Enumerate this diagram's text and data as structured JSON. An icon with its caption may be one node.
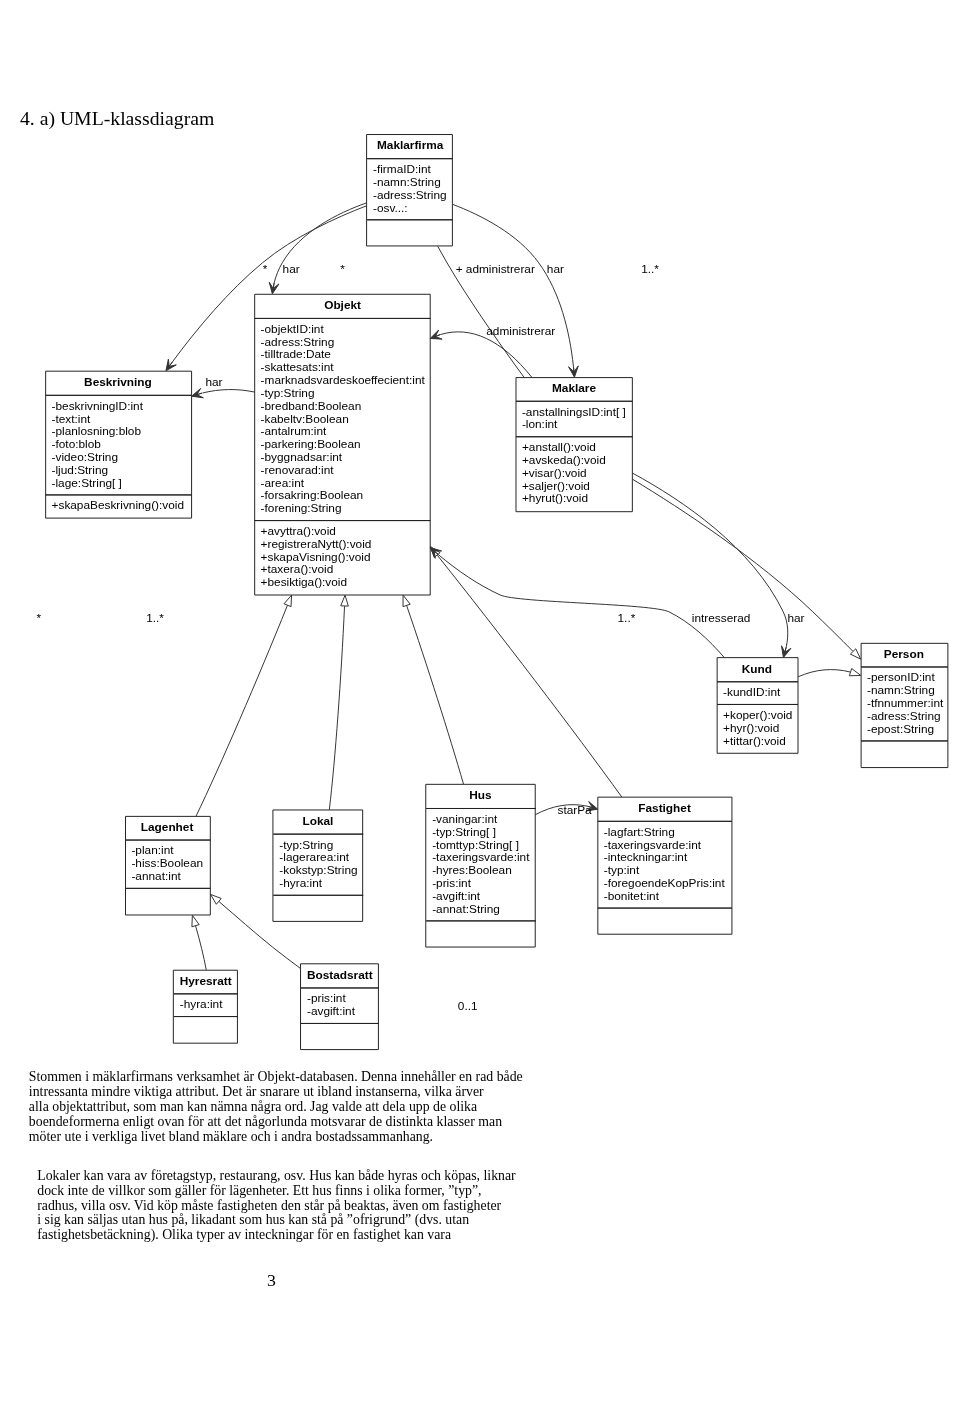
{
  "diagram": {
    "title": "4. a) UML-klassdiagram",
    "nodes": [
      {
        "text": [
          "Maklarfirma",
          "-firmaID:int -namn:String -adress:String -osv...:"
        ]
      },
      {
        "text": [
          "Beskrivning",
          "-beskrivningID:int -text:int -planlosning:blob -foto:blob -video:String -ljud:String -lage:String[ ]",
          "+skapaBeskrivning():void"
        ]
      },
      {
        "text": [
          "Objekt",
          "-objektID:int -adress:String -tilltrade:Date -skattesats:int -marknadsvardeskoeffecient:int -typ:String -bredband:Boolean -kabeltv:Boolean -antalrum:int -parkering:Boolean -byggnadsar:int -renovarad:int -area:int -forsakring:Boolean -forening:String",
          "+avyttra():void +registreraNytt():void +skapaVisning():void +taxera():void +besiktiga():void"
        ]
      },
      {
        "text": [
          "Maklare",
          "-anstallningsID:int[ ] -lon:int",
          "+anstall():void +avskeda():void +visar():void +saljer():void +hyrut():void"
        ]
      },
      {
        "text": [
          "Person",
          "-personID:int -namn:String -tfnnummer:int -adress:String -epost:String"
        ]
      },
      {
        "text": [
          "Kund",
          "-kundID:int",
          "+koper():void +hyr():void +tittar():void"
        ]
      },
      {
        "text": [
          "Lagenhet",
          "-plan:int -hiss:Boolean -annat:int"
        ]
      },
      {
        "text": [
          "Lokal",
          "-typ:String -lagerarea:int -kokstyp:String -hyra:int"
        ]
      },
      {
        "text": [
          "Hus",
          "-vaningar:int -typ:String[ ] -tomttyp:String[ ] -taxeringsvarde:int -hyres:Boolean -pris:int -avgift:int -annat:String"
        ]
      },
      {
        "text": [
          "Fastighet",
          "-lagfart:String -taxeringsvarde:int -inteckningar:int -typ:int -foregoendeKopPris:int -bonitet:int"
        ]
      },
      {
        "text": [
          "Hyresratt",
          "-hyra:int"
        ]
      },
      {
        "text": [
          "Bostadsratt",
          "-pris:int -avgift:int"
        ]
      }
    ],
    "edges": [
      {
        "from": 0,
        "to": 1,
        "arrow": "to",
        "label": "*"
      },
      {
        "from": 0,
        "to": 2,
        "arrow": "to",
        "label": "har"
      },
      {
        "from": 0,
        "to": 3,
        "arrow": "none",
        "label": "+ administrerar"
      },
      {
        "from": 0,
        "to": 3,
        "arrow": "to",
        "label": "har"
      },
      {
        "from": 2,
        "to": 1,
        "arrow": "to",
        "label": "har"
      },
      {
        "from": 3,
        "to": 2,
        "arrow": "to",
        "label": "administrerar"
      },
      {
        "from": 3,
        "to": 5,
        "arrow": "to",
        "label": "har"
      },
      {
        "from": 5,
        "to": 2,
        "arrow": "to",
        "label": "intresserad"
      },
      {
        "from": 3,
        "to": 4,
        "arrow": "to"
      },
      {
        "from": 5,
        "to": 4,
        "arrow": "to"
      },
      {
        "from": 6,
        "to": 2,
        "arrow": "to"
      },
      {
        "from": 7,
        "to": 2,
        "arrow": "to"
      },
      {
        "from": 8,
        "to": 2,
        "arrow": "to"
      },
      {
        "from": 9,
        "to": 2,
        "arrow": "to"
      },
      {
        "from": 10,
        "to": 6,
        "arrow": "to"
      },
      {
        "from": 11,
        "to": 6,
        "arrow": "to"
      },
      {
        "from": 8,
        "to": 9,
        "arrow": "to",
        "label": "starPa"
      }
    ],
    "labels": [
      "*",
      "1..*",
      "*",
      "1..*",
      "1..*",
      "0..1",
      "Stommen i mäklarfirmans verksamhet är Objekt-databasen. Denna innehåller en rad både intressanta mindre viktiga attribut. Det är snarare ut ibland instanserna, vilka ärver alla objektattribut, som man kan nämna några ord. Jag valde att dela upp de olika boendeformerna enligt ovan för att det någorlunda motsvarar de distinkta klasser man möter ute i verkliga livet bland mäklare och i andra bostadssammanhang.",
      "Lokaler kan vara av företagstyp, restaurang, osv. Hus kan både hyras och köpas, liknar dock inte de villkor som gäller för lägenheter. Ett hus finns i olika former, ”typ”, radhus, villa osv. Vid köp måste fastigheten den står på beaktas, även om fastigheter i sig kan säljas utan hus på, likadant som hus kan stå på ”ofrigrund” (dvs. utan fastighetsbetäckning). Olika typer av inteckningar för en fastighet kan vara",
      "3"
    ]
  }
}
